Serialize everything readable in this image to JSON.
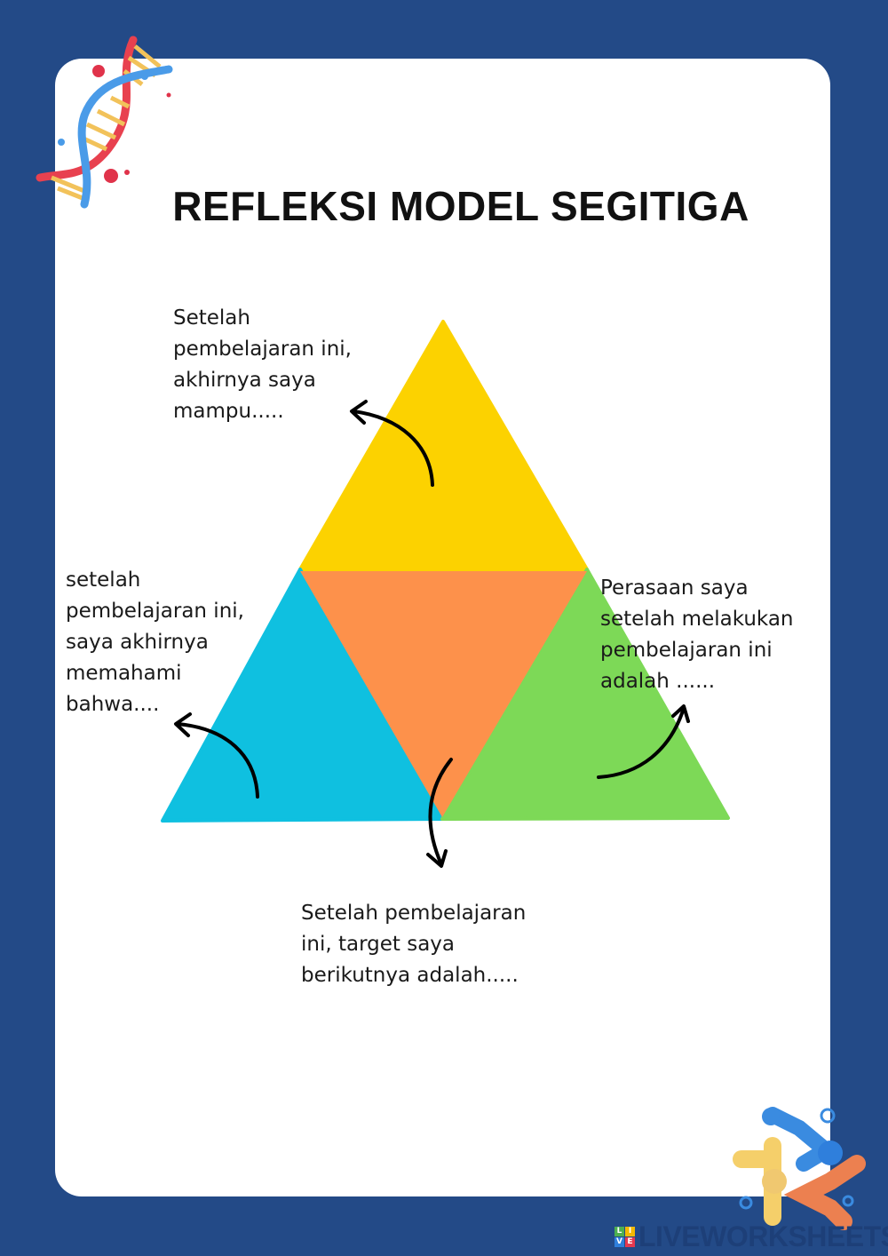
{
  "title": "REFLEKSI MODEL SEGITIGA",
  "prompts": {
    "top": "Setelah\npembelajaran ini,\nakhirnya saya\nmampu.....",
    "left": "setelah\npembelajaran ini,\nsaya akhirnya\nmemahami\nbahwa....",
    "right": "Perasaan saya\nsetelah melakukan\npembelajaran ini\nadalah ......",
    "bottom": "Setelah pembelajaran\nini, target saya\nberikutnya adalah....."
  },
  "colors": {
    "background": "#234a87",
    "top_triangle": "#fcd200",
    "left_triangle": "#0fc0e0",
    "center_triangle": "#fd914b",
    "right_triangle": "#7dd957"
  },
  "watermark": {
    "logo_letters": [
      "L",
      "I",
      "V",
      "E"
    ],
    "text": "LIVEWORKSHEETS"
  }
}
